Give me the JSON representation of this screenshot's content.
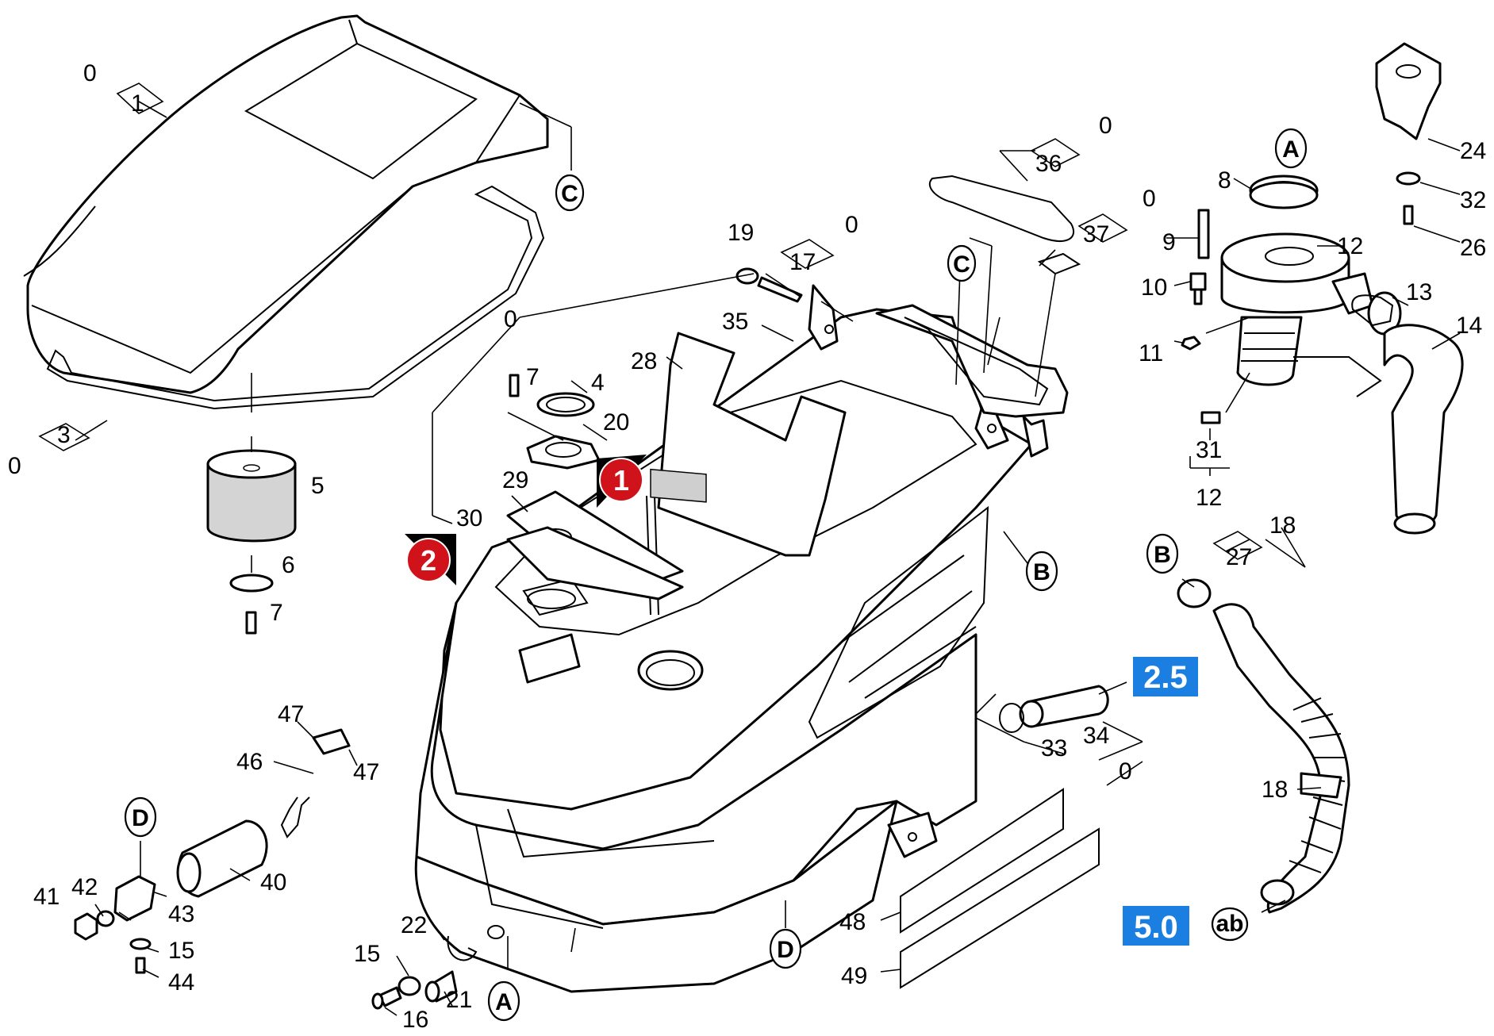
{
  "part_numbers": [
    "0",
    "1",
    "3",
    "0",
    "5",
    "6",
    "7",
    "36",
    "0",
    "C",
    "19",
    "17",
    "0",
    "35",
    "0",
    "28",
    "7",
    "4",
    "20",
    "29",
    "30",
    "1",
    "2",
    "37",
    "0",
    "8",
    "A",
    "9",
    "12",
    "10",
    "11",
    "13",
    "14",
    "31",
    "12",
    "24",
    "32",
    "26",
    "B",
    "B",
    "18",
    "27",
    "2.5",
    "34",
    "33",
    "0",
    "18",
    "5.0",
    "ab",
    "40",
    "43",
    "42",
    "41",
    "15",
    "44",
    "D",
    "46",
    "47",
    "47",
    "22",
    "15",
    "21",
    "16",
    "A",
    "D",
    "48",
    "49",
    "C"
  ],
  "labels": {
    "n_0_a": "0",
    "n_1": "1",
    "n_0_b": "0",
    "n_3": "3",
    "n_5": "5",
    "n_6": "6",
    "n_7_a": "7",
    "n_36": "36",
    "n_0_c": "0",
    "n_19": "19",
    "n_17": "17",
    "n_0_d": "0",
    "n_35": "35",
    "n_0_e": "0",
    "n_28": "28",
    "n_7_b": "7",
    "n_4": "4",
    "n_20": "20",
    "n_29": "29",
    "n_30": "30",
    "n_37": "37",
    "n_0_f": "0",
    "n_8": "8",
    "n_9": "9",
    "n_12_a": "12",
    "n_10": "10",
    "n_11": "11",
    "n_13": "13",
    "n_14": "14",
    "n_31": "31",
    "n_12_b": "12",
    "n_24": "24",
    "n_32": "32",
    "n_26": "26",
    "n_18_a": "18",
    "n_27": "27",
    "n_34": "34",
    "n_33": "33",
    "n_0_g": "0",
    "n_18_b": "18",
    "n_40": "40",
    "n_43": "43",
    "n_42": "42",
    "n_41": "41",
    "n_15_a": "15",
    "n_44": "44",
    "n_46": "46",
    "n_47_a": "47",
    "n_47_b": "47",
    "n_22": "22",
    "n_15_b": "15",
    "n_21": "21",
    "n_16": "16",
    "n_48": "48",
    "n_49": "49"
  },
  "refs": {
    "c_top": "C",
    "c_mid": "C",
    "a_top": "A",
    "a_bottom": "A",
    "b_tank": "B",
    "b_hose": "B",
    "d_left": "D",
    "d_bottom": "D",
    "ab": "ab"
  },
  "badges": {
    "red_1": "1",
    "red_2": "2",
    "blue_25": "2.5",
    "blue_50": "5.0"
  },
  "colors": {
    "red_badge": "#d0121b",
    "blue_box": "#1a7fe0",
    "filter_gray": "#d4d4d4"
  }
}
